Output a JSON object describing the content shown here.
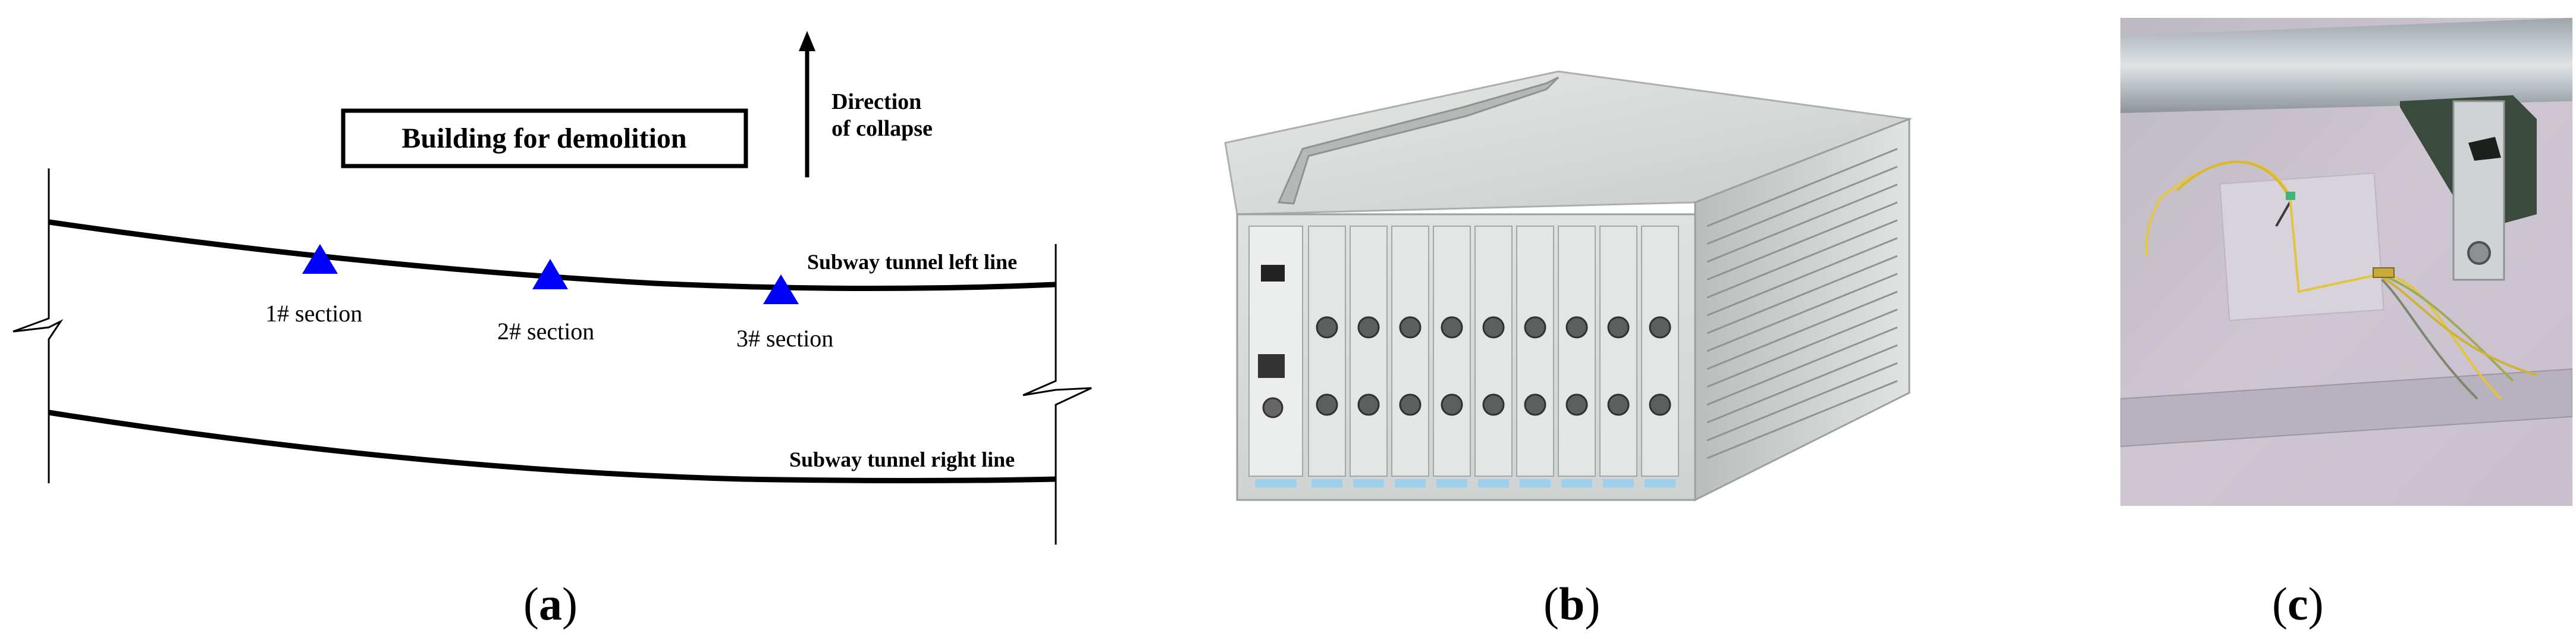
{
  "panel_a": {
    "building_label": "Building for demolition",
    "direction_line1": "Direction",
    "direction_line2": "of collapse",
    "left_line_label": "Subway tunnel left line",
    "right_line_label": "Subway tunnel right line",
    "sections": [
      "1# section",
      "2# section",
      "3# section"
    ],
    "marker_color": "#0000ff",
    "caption_letter": "a"
  },
  "panel_b": {
    "caption_letter": "b"
  },
  "panel_c": {
    "caption_letter": "c"
  }
}
